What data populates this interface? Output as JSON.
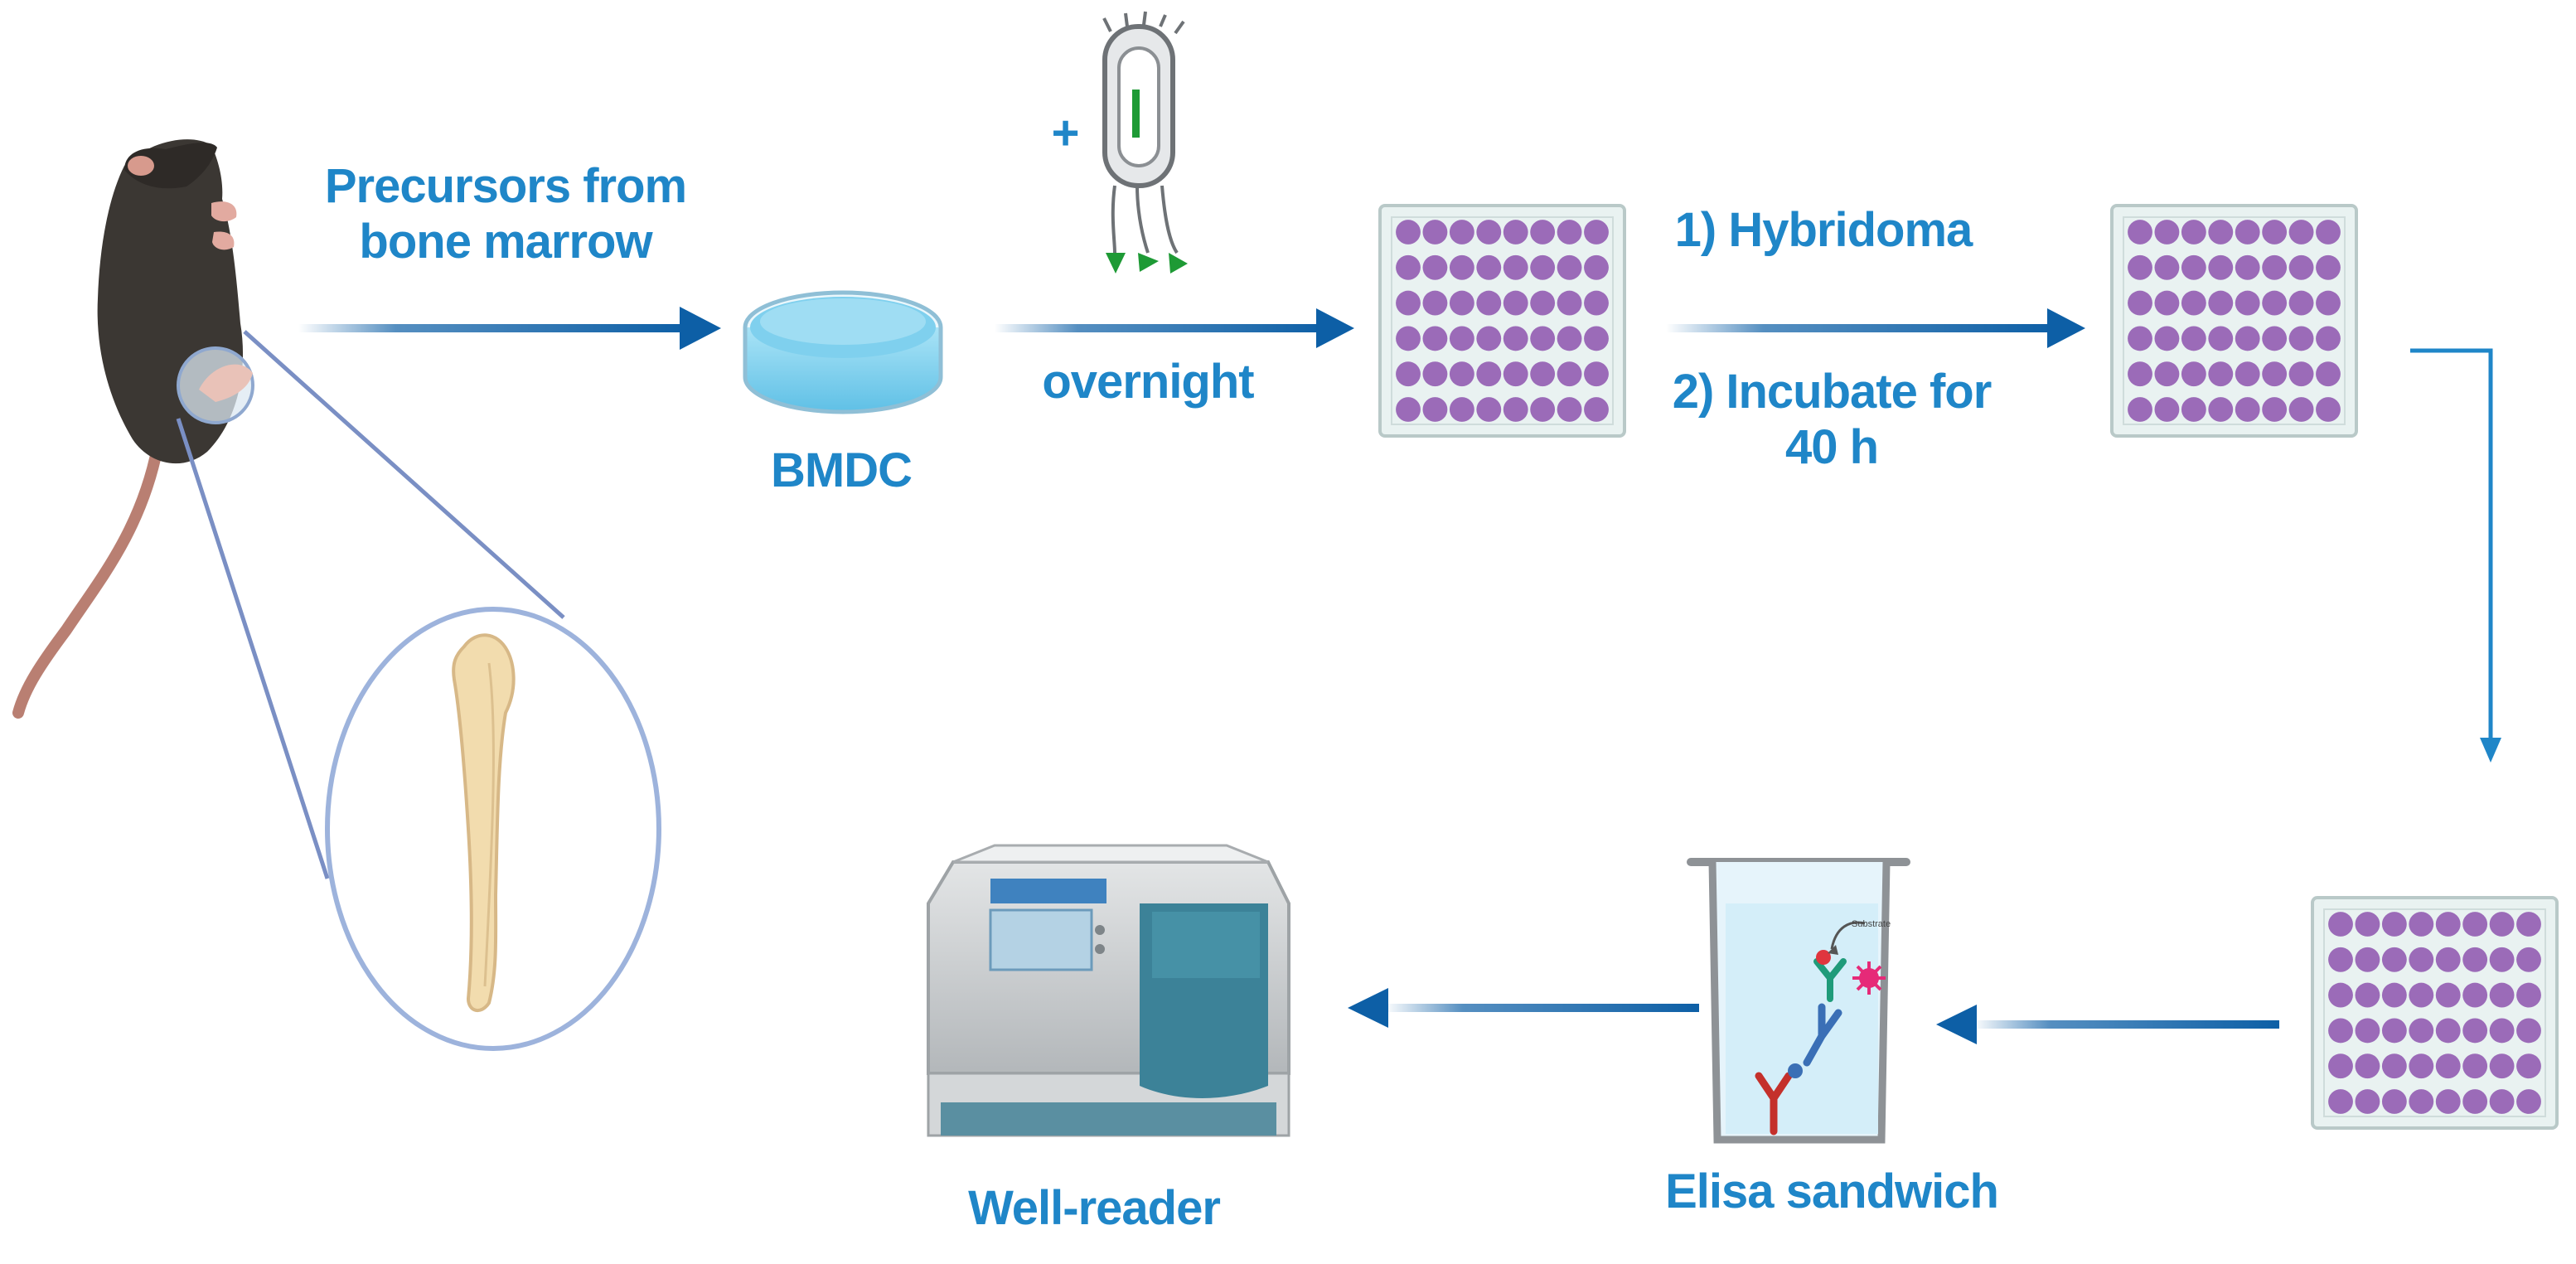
{
  "labels": {
    "precursors_line1": "Precursors from",
    "precursors_line2": "bone marrow",
    "bmdc": "BMDC",
    "plus": "+",
    "overnight": "overnight",
    "hybridoma": "1) Hybridoma",
    "incubate_line1": "2) Incubate for",
    "incubate_line2": "40 h",
    "elisa": "Elisa sandwich",
    "well_reader": "Well-reader",
    "elisa_small_text": "Substrate"
  },
  "plates": {
    "rows": 6,
    "cols": 8
  },
  "colors": {
    "label": "#1f86c8",
    "arrow": "#0d5fa6",
    "well": "#9b6bb8",
    "plate": "#e9f2f1",
    "dish": "#7fd0ee",
    "mouse": "#3b3733",
    "tail": "#b97f72",
    "bone": "#f2dcae",
    "reader_body": "#c9ccce",
    "reader_base": "#5a8fa1"
  }
}
